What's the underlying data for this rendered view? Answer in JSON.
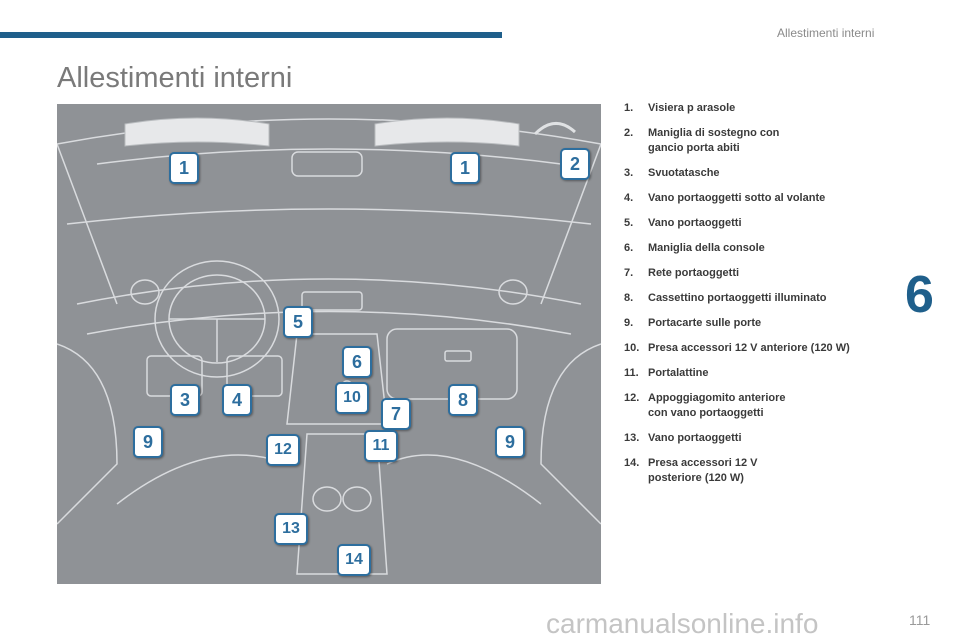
{
  "header": {
    "section_title": "Allestimenti interni"
  },
  "page": {
    "title": "Allestimenti interni",
    "chapter": "6",
    "page_number": "111"
  },
  "footer": {
    "watermark": "carmanualsonline.info"
  },
  "figure": {
    "callouts": [
      "1",
      "1",
      "2",
      "3",
      "4",
      "5",
      "6",
      "7",
      "8",
      "9",
      "9",
      "10",
      "11",
      "12",
      "13",
      "14"
    ]
  },
  "legend": [
    {
      "num": "1.",
      "text": "Visiera p arasole"
    },
    {
      "num": "2.",
      "text": "Maniglia di sostegno con\ngancio porta abiti"
    },
    {
      "num": "3.",
      "text": "Svuotatasche"
    },
    {
      "num": "4.",
      "text": "Vano portaoggetti sotto al volante"
    },
    {
      "num": "5.",
      "text": "Vano portaoggetti"
    },
    {
      "num": "6.",
      "text": "Maniglia della console"
    },
    {
      "num": "7.",
      "text": "Rete portaoggetti"
    },
    {
      "num": "8.",
      "text": "Cassettino portaoggetti illuminato"
    },
    {
      "num": "9.",
      "text": "Portacarte sulle porte"
    },
    {
      "num": "10.",
      "text": "Presa accessori 12 V anteriore (120 W)"
    },
    {
      "num": "11.",
      "text": "Portalattine"
    },
    {
      "num": "12.",
      "text": "Appoggiagomito anteriore\ncon vano portaoggetti"
    },
    {
      "num": "13.",
      "text": "Vano portaoggetti"
    },
    {
      "num": "14.",
      "text": "Presa accessori 12 V\nposteriore (120 W)"
    }
  ],
  "colors": {
    "accent": "#1f5f8b",
    "callout_border": "#2d6e9e",
    "figure_bg": "#8f9296"
  }
}
